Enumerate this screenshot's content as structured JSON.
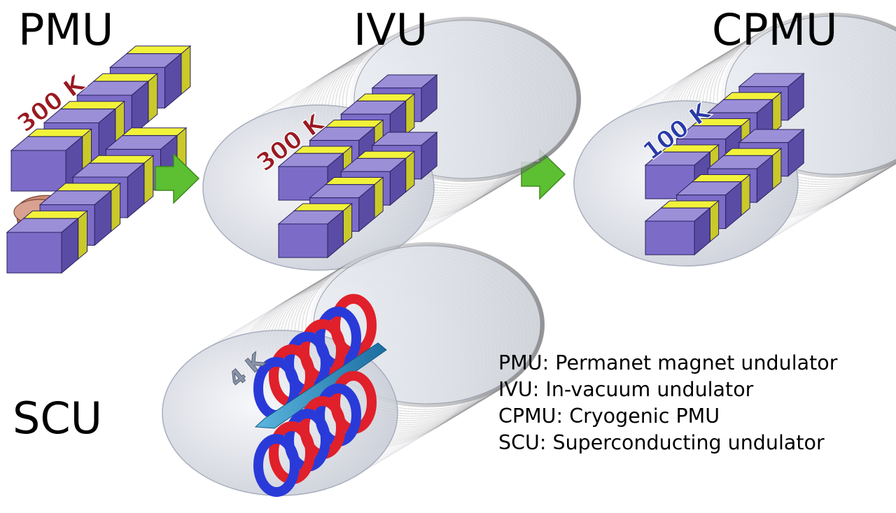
{
  "titles": {
    "pmu": "PMU",
    "ivu": "IVU",
    "cpmu": "CPMU",
    "scu": "SCU"
  },
  "temperatures": {
    "pmu": "300 K",
    "ivu": "300 K",
    "cpmu": "100 K",
    "scu": "4 K"
  },
  "legend": [
    "PMU: Permanet magnet undulator",
    "IVU: In-vacuum undulator",
    "CPMU: Cryogenic PMU",
    "SCU: Superconducting undulator"
  ],
  "colors": {
    "magnet_top": "#9b8fd8",
    "magnet_front": "#7c6cc8",
    "magnet_side": "#5a4ba5",
    "pole_yellow": "#f2f23a",
    "pole_yellow_side": "#c9c92a",
    "arrow_green": "#5cc032",
    "temp_red": "#9a1a22",
    "temp_blue": "#2a3aa8",
    "temp_gray": "#8a94a8",
    "coil_red": "#e0202a",
    "coil_blue": "#2a3ad8",
    "vacuum_pipe": "#e2a48a"
  }
}
